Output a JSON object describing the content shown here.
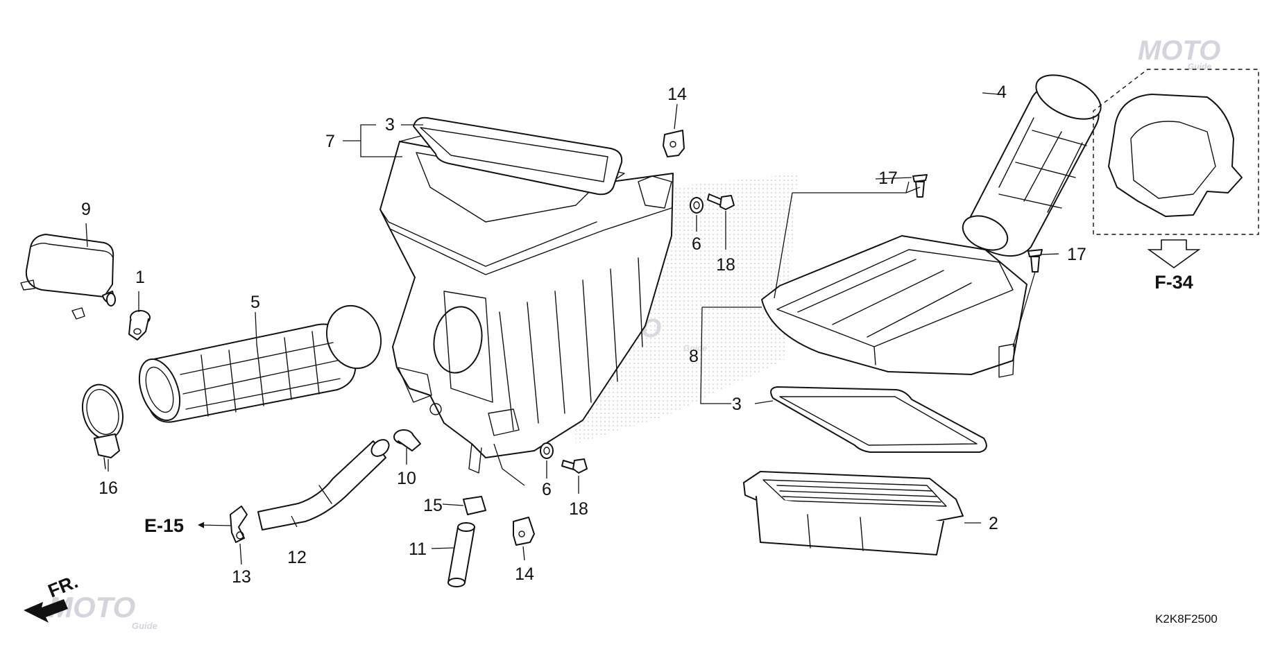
{
  "diagram": {
    "callouts": {
      "c1": "1",
      "c2": "2",
      "c3a": "3",
      "c3b": "3",
      "c4": "4",
      "c5": "5",
      "c6a": "6",
      "c6b": "6",
      "c7": "7",
      "c8": "8",
      "c9": "9",
      "c10": "10",
      "c11": "11",
      "c12": "12",
      "c13": "13",
      "c14a": "14",
      "c14b": "14",
      "c15": "15",
      "c16": "16",
      "c17a": "17",
      "c17b": "17",
      "c18a": "18",
      "c18b": "18"
    },
    "refs": {
      "f34": "F-34",
      "e15": "E-15",
      "front": "FR."
    },
    "diagram_code": "K2K8F2500",
    "watermark": {
      "brand": "MOTO",
      "tagline": "Guide",
      "color": "#c9c9d6"
    },
    "icons": [
      "front-direction-arrow-icon",
      "reference-arrow-down-icon",
      "reference-arrow-left-icon"
    ]
  }
}
